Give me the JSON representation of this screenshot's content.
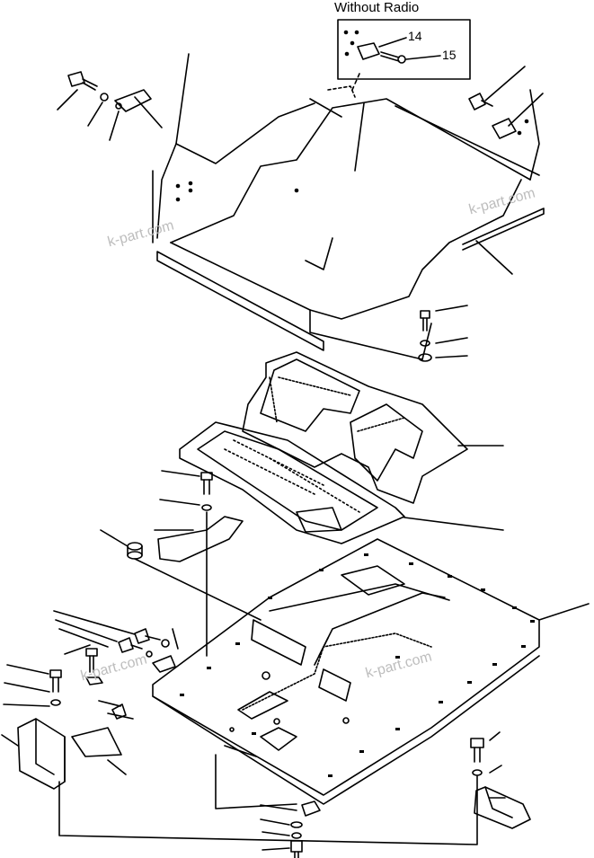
{
  "inset": {
    "title": "Without Radio",
    "callout_14": "14",
    "callout_15": "15"
  },
  "watermark": {
    "text": "k-part.com"
  },
  "colors": {
    "line": "#000000",
    "background": "#ffffff",
    "watermark": "#bdbdbd"
  }
}
